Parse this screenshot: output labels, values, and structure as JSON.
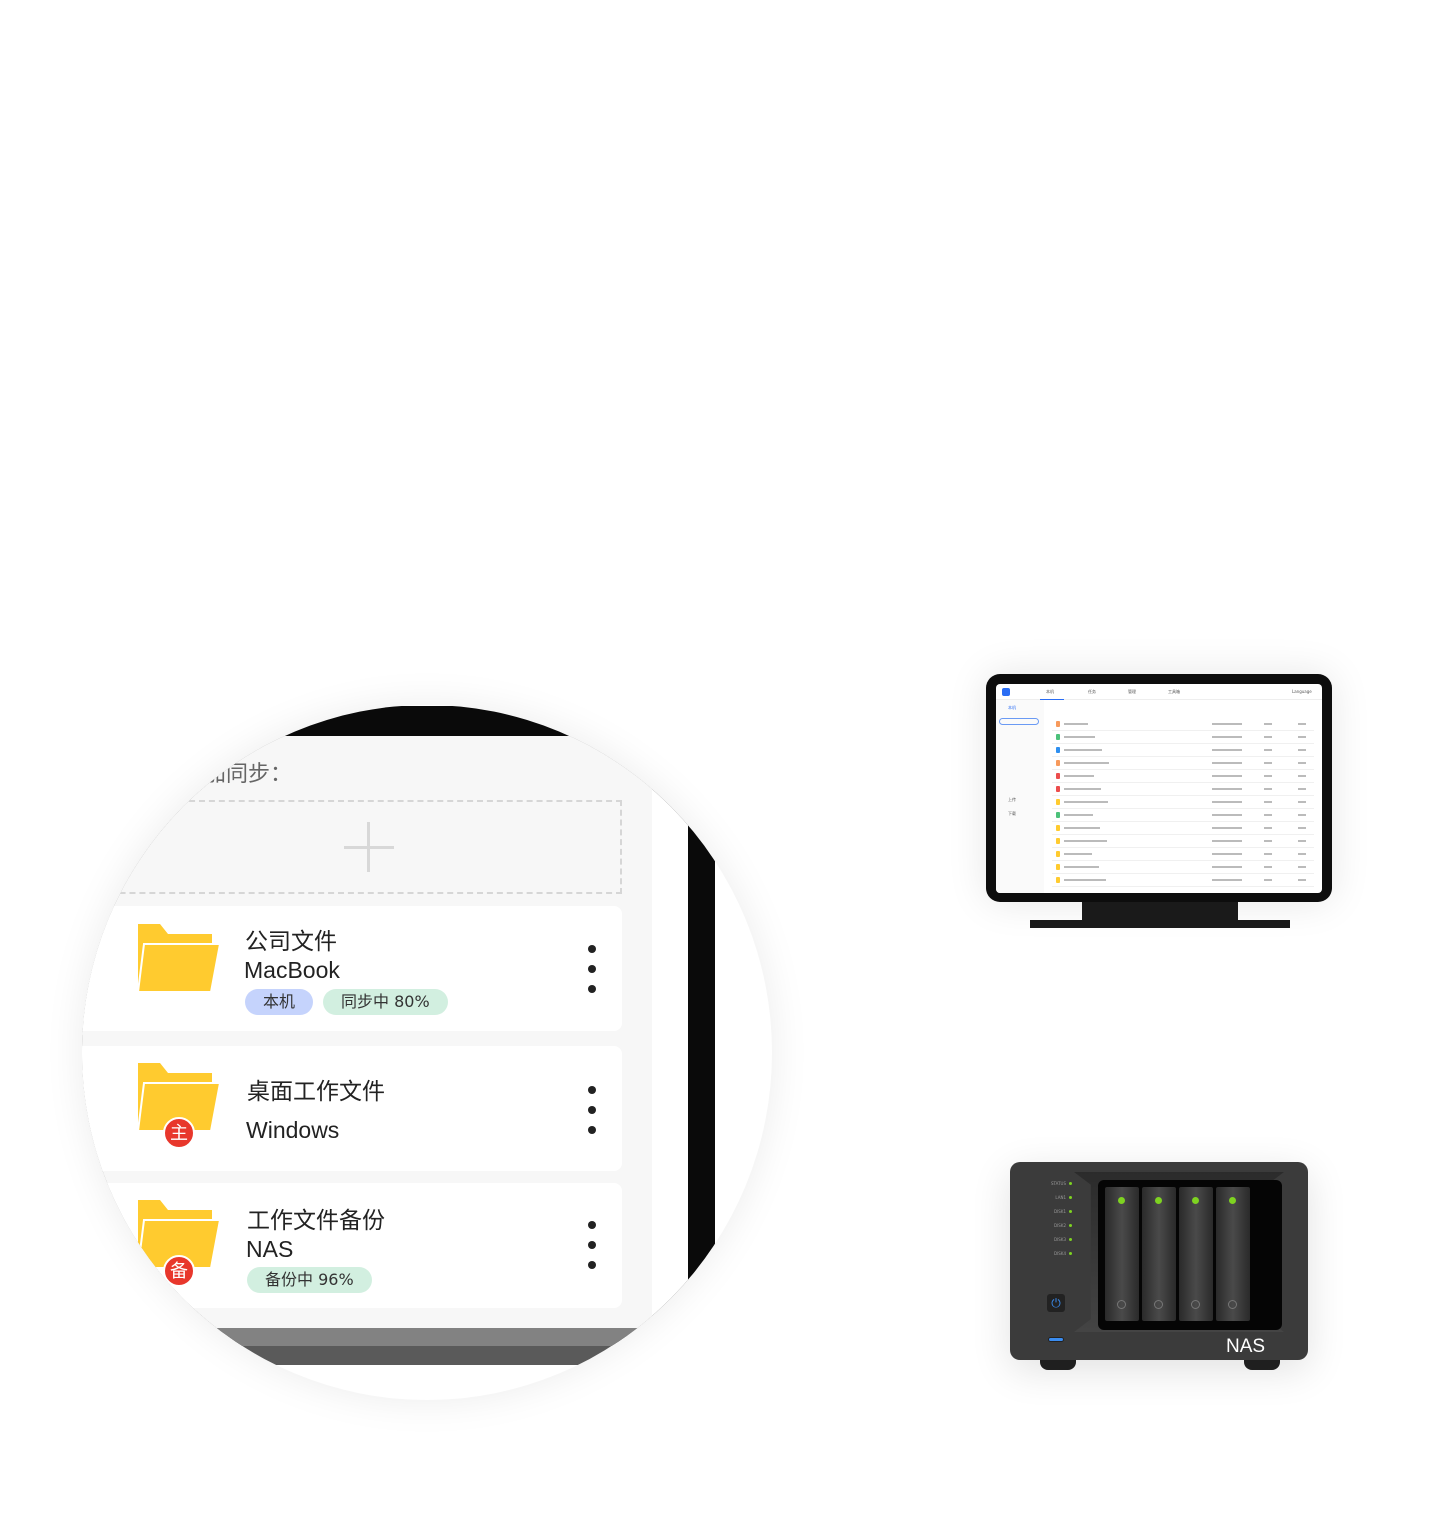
{
  "sync_panel": {
    "title": "添加同步：",
    "add_icon": "plus-icon",
    "items": [
      {
        "name": "公司文件",
        "device": "MacBook",
        "tags": [
          "本机",
          "同步中 80%"
        ],
        "progress_percent": 80
      },
      {
        "name": "桌面工作文件",
        "device": "Windows",
        "badge": "主"
      },
      {
        "name": "工作文件备份",
        "device": "NAS",
        "badge": "备",
        "tags": [
          "备份中 96%"
        ],
        "progress_percent": 96
      }
    ],
    "colors": {
      "folder": "#ffcb2f",
      "tag_local": "#c5d3fc",
      "tag_status": "#d2efe0",
      "badge": "#e8372c"
    }
  },
  "monitor_app": {
    "nav_tabs": [
      "本机",
      "任务",
      "管理",
      "工具箱"
    ],
    "language": "Language",
    "sidebar": [
      "本机",
      "上传",
      "下载"
    ],
    "file_icon_colors": [
      "#f79a5c",
      "#4cc17a",
      "#2e8ff0",
      "#f79a5c",
      "#ec4d4d",
      "#ec4d4d",
      "#ffcb2f",
      "#4cc17a",
      "#ffcb2f",
      "#ffcb2f",
      "#ffcb2f",
      "#ffcb2f",
      "#ffcb2f"
    ]
  },
  "nas": {
    "label": "NAS",
    "leds": [
      "STATUS",
      "LAN1",
      "DISK1",
      "DISK2",
      "DISK3",
      "DISK4"
    ]
  }
}
